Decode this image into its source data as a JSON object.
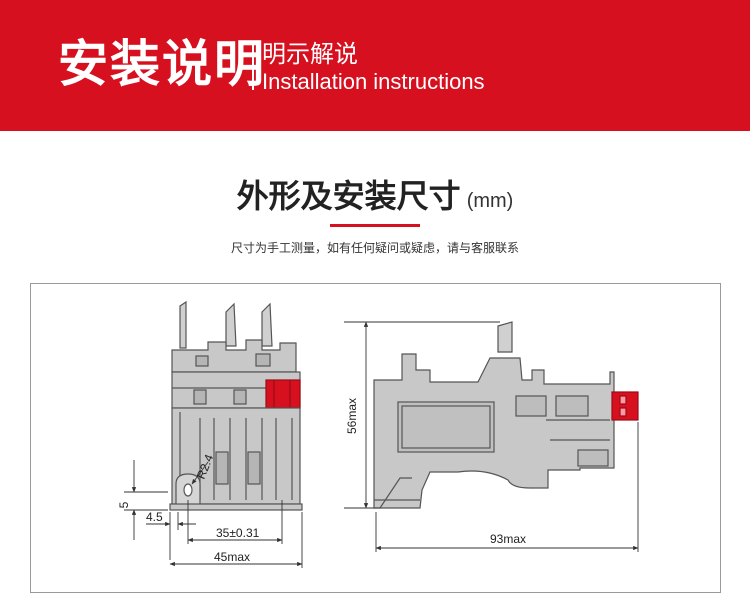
{
  "banner": {
    "title_cn": "安装说明",
    "subtitle_cn": "明示解说",
    "subtitle_en": "Installation instructions",
    "color": "#d7101f"
  },
  "section": {
    "title_cn": "外形及安装尺寸",
    "unit": "(mm)",
    "note": "尺寸为手工测量，如有任何疑问或疑虑，请与客服联系"
  },
  "front_view": {
    "dim_height_small": "5",
    "dim_offset": "4.5",
    "dim_radius": "R2.4",
    "dim_hole_spacing": "35±0.31",
    "dim_width": "45max"
  },
  "side_view": {
    "dim_height": "56max",
    "dim_length": "93max"
  },
  "colors": {
    "body_gray": "#c8c8c8",
    "outline": "#555555",
    "accent_red": "#d7101f"
  }
}
